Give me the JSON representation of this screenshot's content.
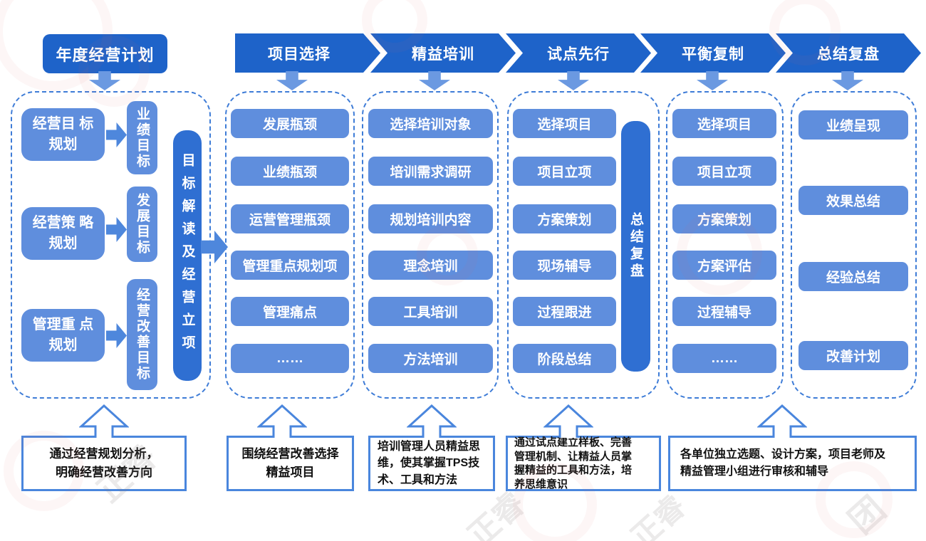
{
  "annual_plan": "年度经营计划",
  "planning": {
    "rows": [
      {
        "left": "经营目\n标规划",
        "right": "业绩目标"
      },
      {
        "left": "经营策\n略规划",
        "right": "发展目标"
      },
      {
        "left": "管理重\n点规划",
        "right": "经营改善目标"
      }
    ],
    "bar": "目标解读及经营立项",
    "note": "通过经营规划分析，\n明确经营改善方向"
  },
  "phases": [
    {
      "label": "项目选择",
      "items": [
        "发展瓶颈",
        "业绩瓶颈",
        "运营管理瓶颈",
        "管理重点规划项",
        "管理痛点",
        "……"
      ],
      "note": "围绕经营改善选择\n精益项目"
    },
    {
      "label": "精益培训",
      "items": [
        "选择培训对象",
        "培训需求调研",
        "规划培训内容",
        "理念培训",
        "工具培训",
        "方法培训"
      ],
      "note": "培训管理人员精益思\n维，使其掌握TPS技\n术、工具和方法"
    },
    {
      "label": "试点先行",
      "items": [
        "选择项目",
        "项目立项",
        "方案策划",
        "现场辅导",
        "过程跟进",
        "阶段总结"
      ],
      "side_bar": "总结复盘",
      "note": "通过试点建立样板、完善\n管理机制、让精益人员掌\n握精益的工具和方法，培\n养思维意识"
    },
    {
      "label": "平衡复制",
      "items": [
        "选择项目",
        "项目立项",
        "方案策划",
        "方案评估",
        "过程辅导",
        "……"
      ],
      "note": "各单位独立选题、设计方案，项目老师及\n精益管理小组进行审核和辅导"
    },
    {
      "label": "总结复盘",
      "items": [
        "业绩呈现",
        "效果总结",
        "经验总结",
        "改善计划"
      ]
    }
  ],
  "watermark": {
    "fragments": [
      "正睿",
      "正睿",
      "正睿",
      "团"
    ]
  },
  "colors": {
    "banner_blue": "#1e63c9",
    "box_blue": "#5f8edd",
    "bar_blue": "#2f6fd2",
    "dash_blue": "#3e7cd7",
    "arrow_blue": "#4e87dc",
    "arrow_light": "#6b99e1",
    "note_border": "#4a86dd"
  }
}
